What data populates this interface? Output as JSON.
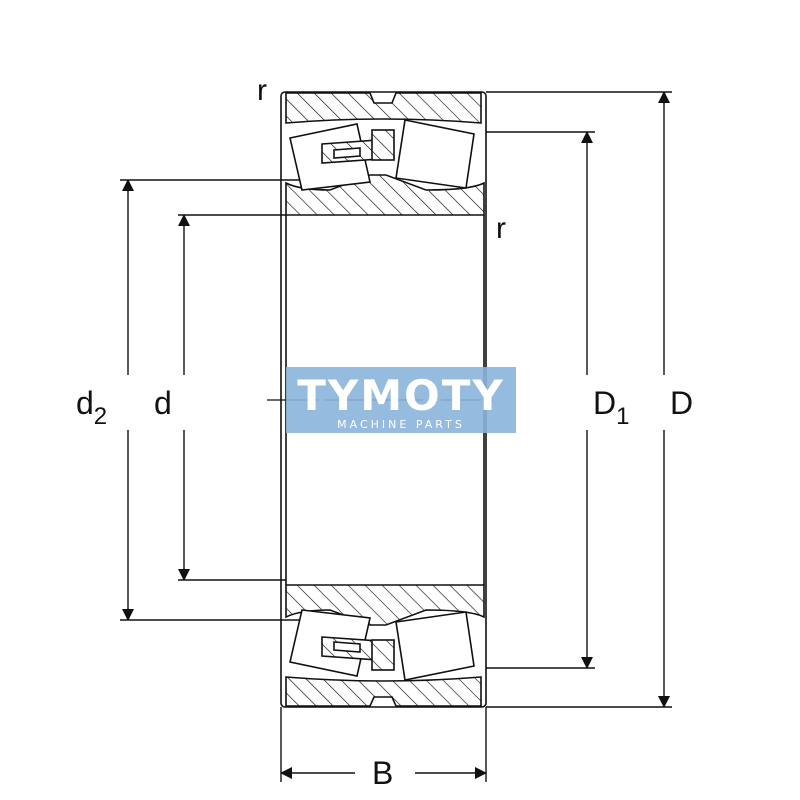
{
  "labels": {
    "r_top": "r",
    "r_inner": "r",
    "d2_main": "d",
    "d2_sub": "2",
    "d": "d",
    "D1_main": "D",
    "D1_sub": "1",
    "D": "D",
    "B": "B"
  },
  "watermark": {
    "title": "TYMOTY",
    "subtitle": "MACHINE PARTS",
    "color": "#8ab4dc"
  },
  "colors": {
    "line": "#111111",
    "background": "#ffffff"
  }
}
